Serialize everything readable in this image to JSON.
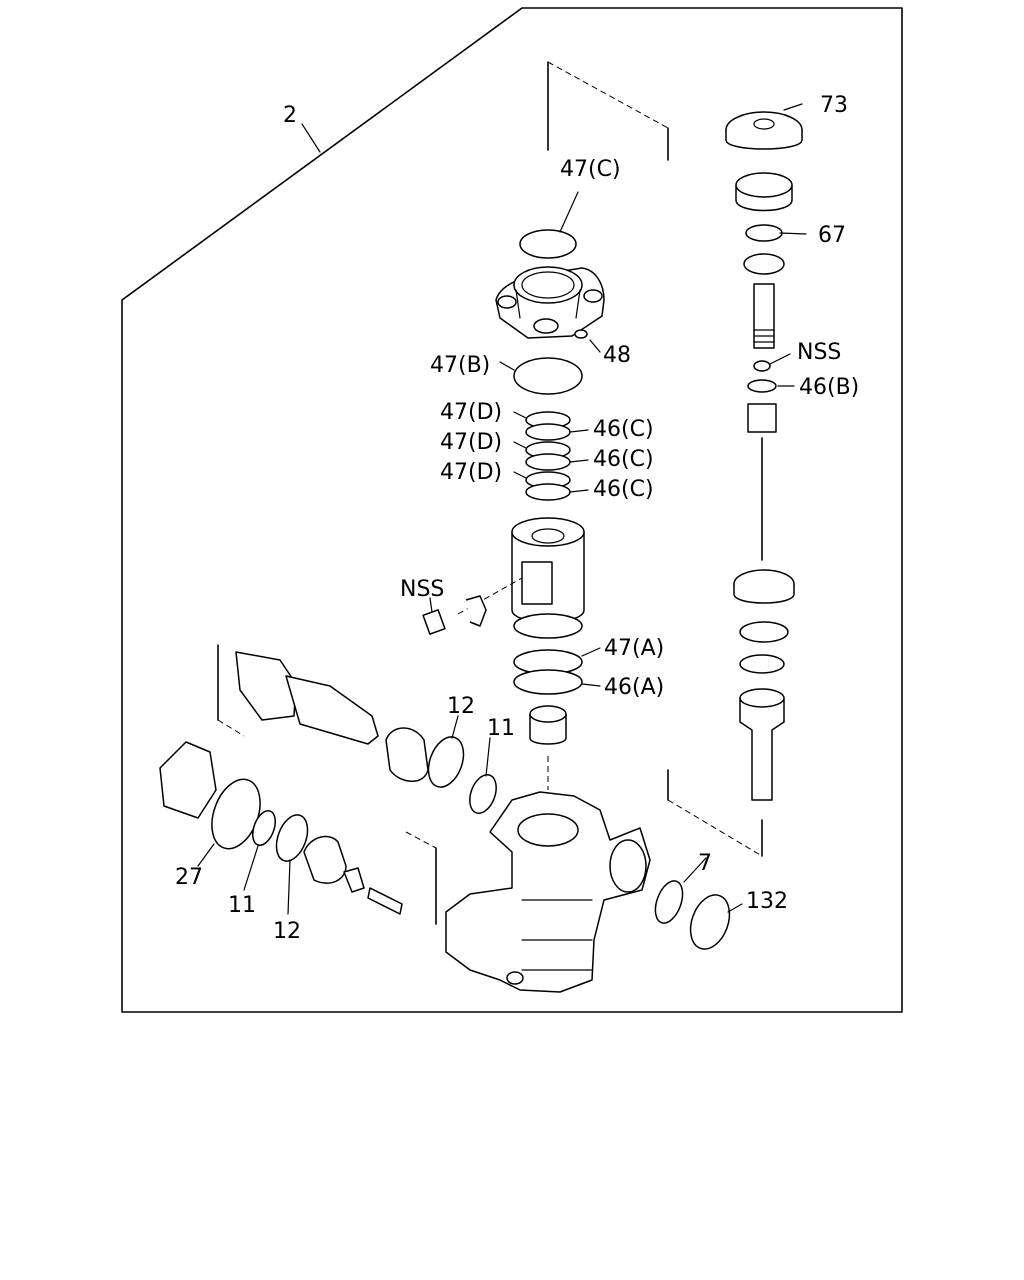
{
  "diagram": {
    "callouts": {
      "assembly": "2",
      "c73": "73",
      "c67": "67",
      "c47c": "47(C)",
      "c48": "48",
      "c47b_top": "47(B)",
      "nss_right": "NSS",
      "c46b": "46(B)",
      "c47d_1": "47(D)",
      "c47d_2": "47(D)",
      "c47d_3": "47(D)",
      "c46c_1": "46(C)",
      "c46c_2": "46(C)",
      "c46c_3": "46(C)",
      "nss_left": "NSS",
      "c47a": "47(A)",
      "c46a": "46(A)",
      "c12_top": "12",
      "c11_top": "11",
      "c27": "27",
      "c11_bottom": "11",
      "c12_bottom": "12",
      "c7": "7",
      "c132": "132"
    }
  }
}
